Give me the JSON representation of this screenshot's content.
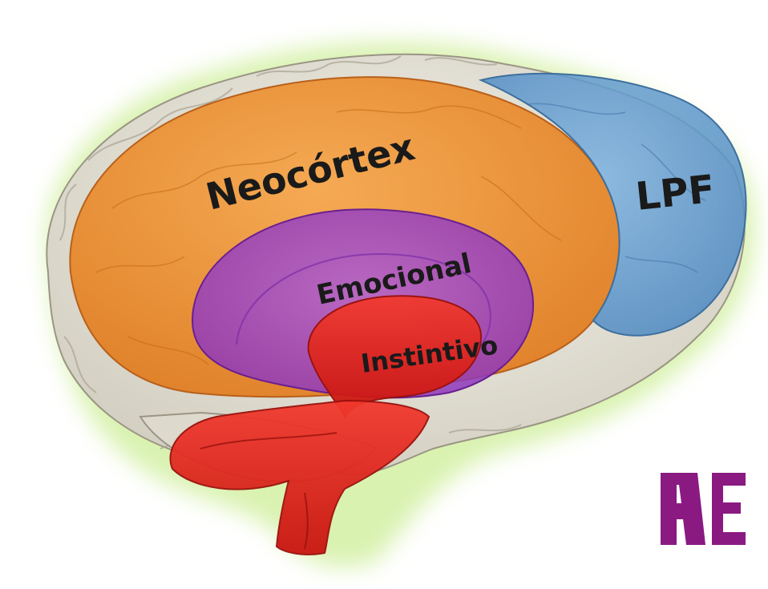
{
  "labels": {
    "neocortex": "Neocórtex",
    "lpf": "LPF",
    "emocional": "Emocional",
    "instintivo": "Instintivo"
  },
  "logo": {
    "text": "AE",
    "color": "#8a1a82"
  },
  "colors": {
    "halo": "#d9f2b0",
    "brain_outline": "#e8e6dc",
    "neocortex": "#f08c2e",
    "lpf": "#5b9bd5",
    "emocional": "#9b3fc4",
    "instintivo": "#e8231f",
    "text": "#1a1a1a"
  }
}
